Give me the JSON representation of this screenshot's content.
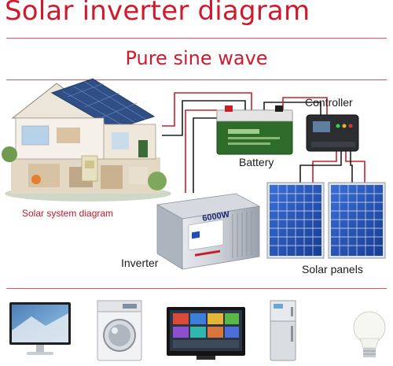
{
  "header": {
    "title": "Solar inverter diagram",
    "subtitle": "Pure sine wave"
  },
  "labels": {
    "controller": "Controller",
    "battery": "Battery",
    "solar_system": "Solar system diagram",
    "inverter": "Inverter",
    "solar_panels": "Solar panels"
  },
  "inverter_face": {
    "power_rating": "6000W"
  },
  "colors": {
    "accent": "#d0192d",
    "wire_red": "#c8202a",
    "wire_black": "#1e1e1e",
    "panel_blue": "#1f4fb4",
    "battery_green": "#2f6b2a"
  },
  "appliances": [
    "monitor-icon",
    "washing-machine-icon",
    "television-icon",
    "refrigerator-icon",
    "light-bulb-icon"
  ]
}
